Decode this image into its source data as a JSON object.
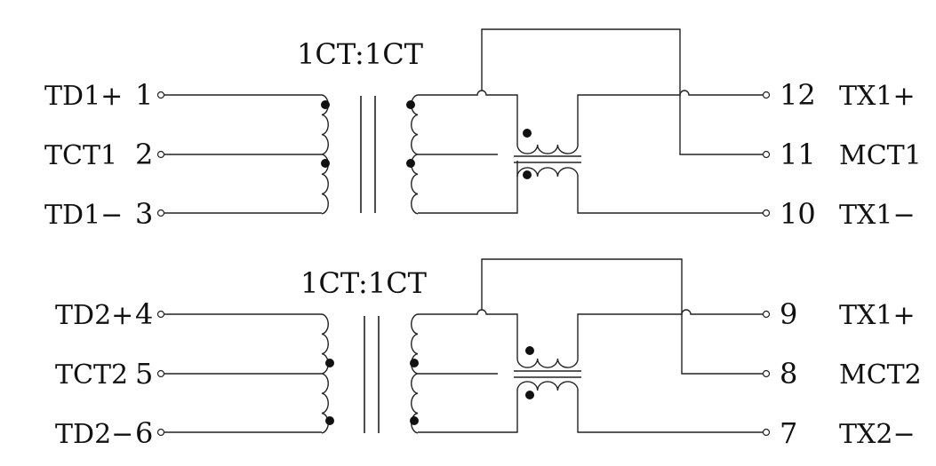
{
  "diagram": {
    "channels": [
      {
        "ratio": "1CT:1CT",
        "left_pins": [
          {
            "name": "TD1+",
            "num": "1"
          },
          {
            "name": "TCT1",
            "num": "2"
          },
          {
            "name": "TD1−",
            "num": "3"
          }
        ],
        "right_pins": [
          {
            "num": "12",
            "name": "TX1+"
          },
          {
            "num": "11",
            "name": "MCT1"
          },
          {
            "num": "10",
            "name": "TX1−"
          }
        ]
      },
      {
        "ratio": "1CT:1CT",
        "left_pins": [
          {
            "name": "TD2+",
            "num": "4"
          },
          {
            "name": "TCT2",
            "num": "5"
          },
          {
            "name": "TD2−",
            "num": "6"
          }
        ],
        "right_pins": [
          {
            "num": "9",
            "name": "TX1+"
          },
          {
            "num": "8",
            "name": "MCT2"
          },
          {
            "num": "7",
            "name": "TX2−"
          }
        ]
      }
    ]
  }
}
